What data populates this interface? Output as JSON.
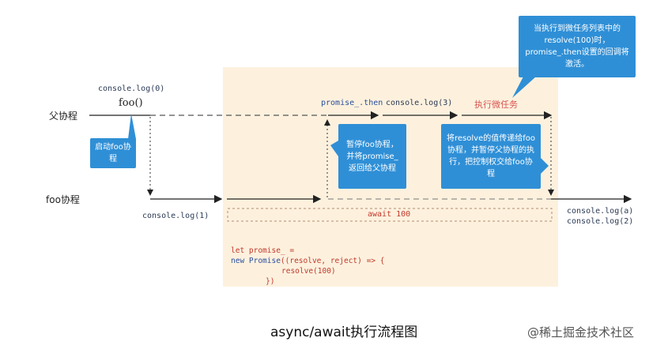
{
  "lanes": {
    "parent": "父协程",
    "foo": "foo协程"
  },
  "labels": {
    "log0": "console.log(0)",
    "foo_call": "foo()",
    "log1": "console.log(1)",
    "promise_then": "promise_.then",
    "log3": "console.log(3)",
    "microtask": "执行微任务",
    "await": "await 100",
    "log_a": "console.log(a)",
    "log_2": "console.log(2)"
  },
  "boxes": {
    "start_foo": "启动foo协程",
    "pause_foo": "暂停foo协程，并将promise_返回给父协程",
    "resolve_pass": "将resolve的值传递给foo协程，并暂停父协程的执行，把控制权交给foo协程",
    "callout": "当执行到微任务列表中的resolve(100)时，promise_.then设置的回调将激活。"
  },
  "code": {
    "line1": "let promise_ =",
    "line2_kw": "new Promise",
    "line2_rest": "((resolve, reject) => {",
    "line3": "resolve(100)",
    "line4": "})"
  },
  "caption": "async/await执行流程图",
  "brand": "@稀土掘金技术社区",
  "colors": {
    "region_bg": "#fdf1de",
    "box_blue": "#2f8fd6",
    "line": "#222222",
    "dash_brown": "#b48a70",
    "label_blue": "#2b3a55",
    "code_red": "#c0392b",
    "microtask_red": "#d9534f"
  }
}
